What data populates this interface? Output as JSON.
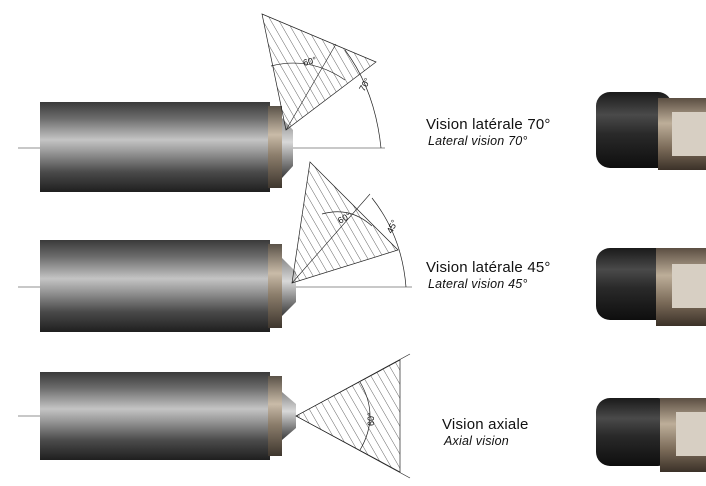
{
  "rows": [
    {
      "title_fr": "Vision latérale 70°",
      "title_en": "Lateral vision 70°",
      "angles": [
        "60°",
        "70°"
      ]
    },
    {
      "title_fr": "Vision latérale 45°",
      "title_en": "Lateral vision 45°",
      "angles": [
        "60°",
        "45°"
      ]
    },
    {
      "title_fr": "Vision axiale",
      "title_en": "Axial vision",
      "angles": [
        "60°"
      ]
    }
  ],
  "colors": {
    "tube_dark": "#2a2a2a",
    "tube_light": "#b9b9b9",
    "hatch": "#222222",
    "cap_bronze": "#8a7a68",
    "tip_dark": "#3c3c3c"
  }
}
